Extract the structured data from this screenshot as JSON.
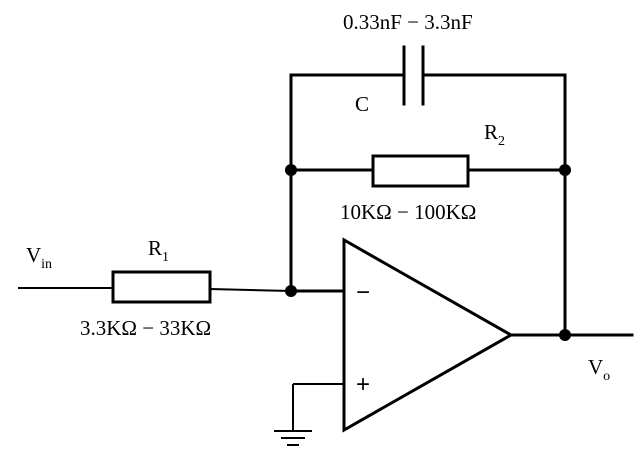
{
  "labels": {
    "vin": "V",
    "vin_sub": "in",
    "vo": "V",
    "vo_sub": "o",
    "r1": "R",
    "r1_sub": "1",
    "r1_value": "3.3KΩ − 33KΩ",
    "r2": "R",
    "r2_sub": "2",
    "r2_value": "10KΩ − 100KΩ",
    "c": "C",
    "c_value": "0.33nF − 3.3nF",
    "minus": "−",
    "plus": "+"
  },
  "colors": {
    "ink": "#000000",
    "background": "#ffffff"
  }
}
